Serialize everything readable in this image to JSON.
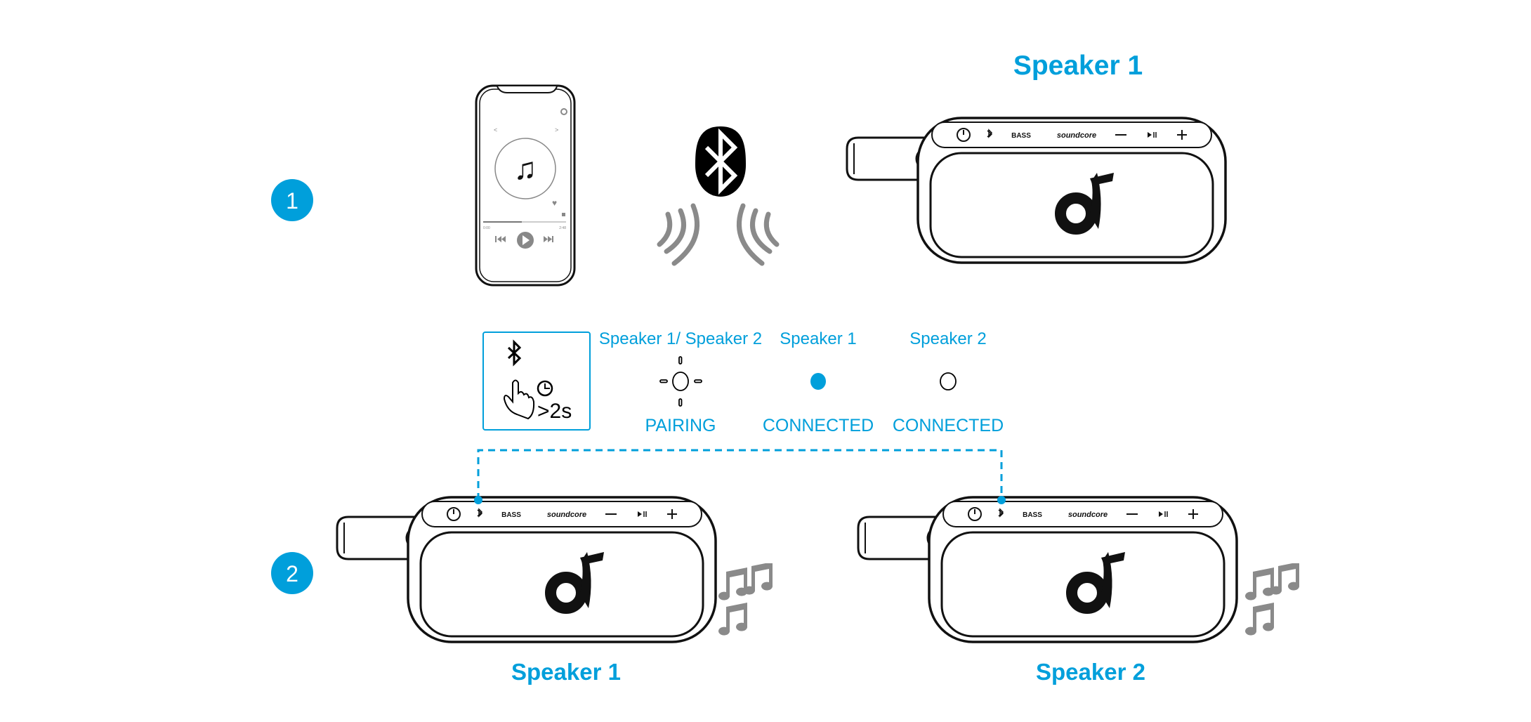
{
  "steps": {
    "one": "1",
    "two": "2"
  },
  "titles": {
    "top_speaker": "Speaker 1",
    "bottom_left": "Speaker 1",
    "bottom_right": "Speaker 2"
  },
  "instruction": {
    "duration": ">2s",
    "icons": [
      "bluetooth-icon",
      "hand-press-icon",
      "clock-icon"
    ]
  },
  "indicators": [
    {
      "speaker": "Speaker 1/ Speaker 2",
      "status": "PAIRING",
      "light": "flashing"
    },
    {
      "speaker": "Speaker 1",
      "status": "CONNECTED",
      "light": "solid-blue"
    },
    {
      "speaker": "Speaker 2",
      "status": "CONNECTED",
      "light": "solid-white"
    }
  ],
  "speaker_controls": {
    "bass": "BASS",
    "brand": "soundcore"
  },
  "phone": {
    "time_start": "0:00",
    "time_end": "2:48"
  },
  "colors": {
    "accent": "#009fdb",
    "line": "#111111",
    "gray": "#8a8a8a"
  }
}
